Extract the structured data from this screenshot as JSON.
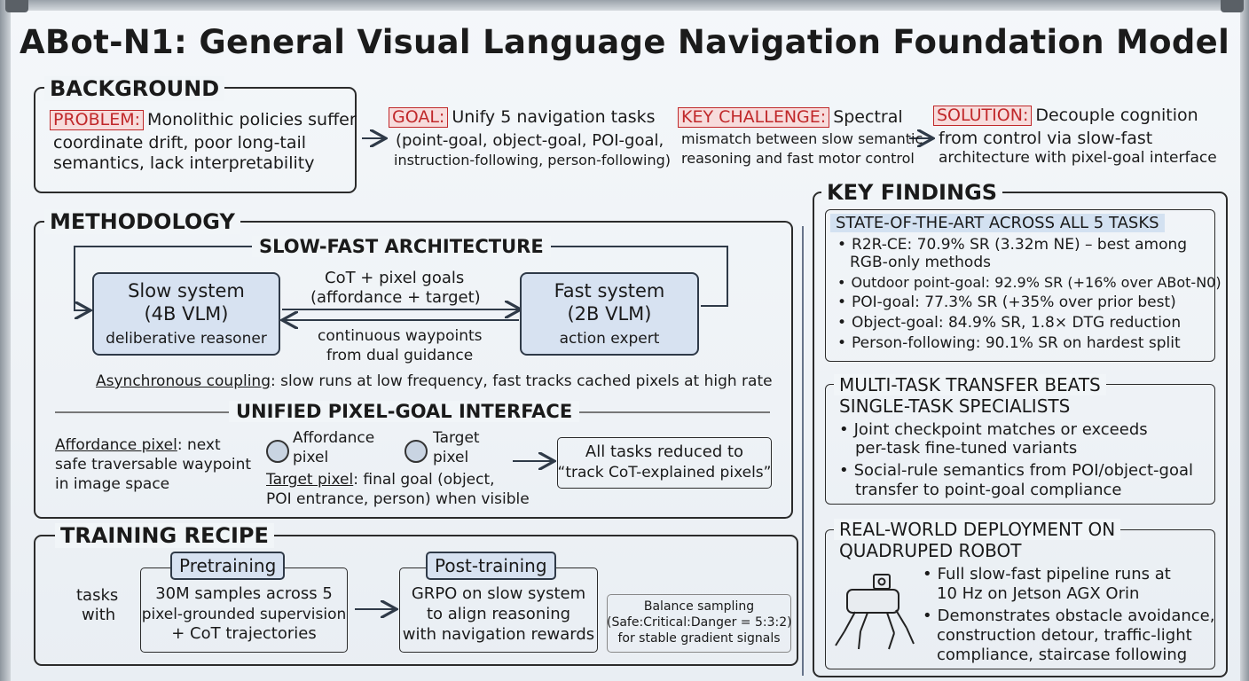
{
  "title": "ABot-N1: General Visual Language Navigation Foundation Model",
  "background": {
    "label": "BACKGROUND",
    "problem": {
      "tag": "PROBLEM:",
      "lines": [
        "Monolithic policies suffer",
        "coordinate drift, poor long-tail",
        "semantics, lack interpretability"
      ]
    },
    "goal": {
      "tag": "GOAL:",
      "lines": [
        "Unify 5 navigation tasks",
        "(point-goal, object-goal, POI-goal,",
        "instruction-following, person-following)"
      ]
    },
    "challenge": {
      "tag": "KEY CHALLENGE:",
      "lines": [
        "Spectral",
        "mismatch between slow semantic",
        "reasoning and fast motor control"
      ]
    },
    "solution": {
      "tag": "SOLUTION:",
      "lines": [
        "Decouple cognition",
        "from control via slow-fast",
        "architecture with pixel-goal interface"
      ]
    }
  },
  "methodology": {
    "label": "METHODOLOGY",
    "slow_fast": {
      "heading": "SLOW-FAST ARCHITECTURE",
      "slow": {
        "name": "Slow system",
        "model": "(4B VLM)",
        "role": "deliberative reasoner"
      },
      "fast": {
        "name": "Fast system",
        "model": "(2B VLM)",
        "role": "action expert"
      },
      "top_arrow": [
        "CoT + pixel goals",
        "(affordance + target)"
      ],
      "bottom_arrow": [
        "continuous waypoints",
        "from dual guidance"
      ],
      "async_term": "Asynchronous coupling",
      "async_rest": ": slow runs at low frequency, fast tracks cached pixels at high rate"
    },
    "pixel_goal": {
      "heading": "UNIFIED PIXEL-GOAL INTERFACE",
      "affordance_term": "Affordance pixel",
      "affordance_rest": [
        ": next",
        "safe traversable waypoint",
        "in image space"
      ],
      "affordance_legend": [
        "Affordance",
        "pixel"
      ],
      "target_legend": [
        "Target",
        "pixel"
      ],
      "target_term": "Target pixel",
      "target_rest": [
        ": final goal (object,",
        "POI entrance, person) when visible"
      ],
      "result": [
        "All tasks reduced to",
        "“track CoT-explained pixels”"
      ]
    }
  },
  "training": {
    "label": "TRAINING RECIPE",
    "side": [
      "tasks",
      "with"
    ],
    "pretraining": {
      "tag": "Pretraining",
      "lines": [
        "30M samples across 5",
        "pixel-grounded supervision",
        "+ CoT trajectories"
      ]
    },
    "post": {
      "tag": "Post-training",
      "lines": [
        "GRPO on slow system",
        "to align reasoning",
        "with navigation rewards"
      ]
    },
    "balance": [
      "Balance sampling",
      "(Safe:Critical:Danger = 5:3:2)",
      "for stable gradient signals"
    ]
  },
  "findings": {
    "label": "KEY FINDINGS",
    "sota": {
      "heading": "STATE-OF-THE-ART ACROSS ALL 5 TASKS",
      "items": [
        "R2R-CE: 70.9% SR (3.32m NE) – best among",
        "RGB-only methods",
        "Outdoor point-goal: 92.9% SR (+16% over ABot-N0)",
        "POI-goal: 77.3% SR (+35% over prior best)",
        "Object-goal: 84.9% SR, 1.8× DTG reduction",
        "Person-following: 90.1% SR on hardest split"
      ]
    },
    "multitask": {
      "heading": [
        "MULTI-TASK TRANSFER BEATS",
        "SINGLE-TASK SPECIALISTS"
      ],
      "items": [
        [
          "Joint checkpoint matches or exceeds",
          "per-task fine-tuned variants"
        ],
        [
          "Social-rule semantics from POI/object-goal",
          "transfer to point-goal compliance"
        ]
      ]
    },
    "deployment": {
      "heading": [
        "REAL-WORLD DEPLOYMENT ON",
        "QUADRUPED ROBOT"
      ],
      "items": [
        [
          "Full slow-fast pipeline runs at",
          "10 Hz on Jetson AGX Orin"
        ],
        [
          "Demonstrates obstacle avoidance,",
          "construction detour, traffic-light",
          "compliance, staircase following"
        ]
      ]
    }
  }
}
